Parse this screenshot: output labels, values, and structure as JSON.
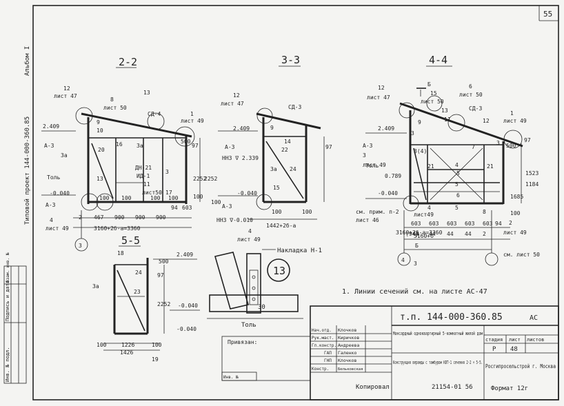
{
  "sheet": {
    "number": "55",
    "album": "Альбом I",
    "project_label": "Типовой проект 144-000-360.85",
    "format": "Формат 12г",
    "copied": "Копировал",
    "inventory": "21154-01 56"
  },
  "sections": {
    "s22": {
      "title": "2-2",
      "labels": [
        "12",
        "лист 47",
        "8",
        "лист 50",
        "13",
        "СД-4",
        "1",
        "лист 49",
        "2.409",
        "9",
        "10",
        "16",
        "А-3",
        "3а",
        "20",
        "3а",
        "ДН-21",
        "ИД-1",
        "3",
        "Толь",
        "13",
        "11",
        "лист50",
        "17",
        "-0.040",
        "А-3",
        "4",
        "лист 49",
        "97",
        "2252",
        "100",
        "500",
        "100",
        "100",
        "100",
        "100",
        "94",
        "603",
        "2",
        "467",
        "900",
        "900",
        "900",
        "3160+2б-а=3360",
        "3"
      ]
    },
    "s33": {
      "title": "3-3",
      "labels": [
        "12",
        "лист 47",
        "СД-3",
        "2.409",
        "9",
        "14",
        "А-3",
        "22",
        "НН3 ∇ 2.339",
        "3а",
        "24",
        "2252",
        "97",
        "-0.040",
        "15",
        "100",
        "А-3",
        "НН3 ∇-0.010",
        "4",
        "лист 49",
        "100",
        "1442+2б-а",
        "100"
      ]
    },
    "s44": {
      "title": "4-4",
      "labels": [
        "Б",
        "15",
        "лист 50",
        "12",
        "лист 47",
        "6",
        "лист 50",
        "13",
        "СД-3",
        "1",
        "лист 49",
        "2.409",
        "9",
        "11",
        "12",
        "3",
        "А-3",
        "3(4)",
        "7",
        "3",
        "500",
        "97",
        "3",
        "лист 49",
        "Толь",
        "21",
        "4",
        "5",
        "21",
        "0.789",
        "1523",
        "1184",
        "-0.040",
        "5",
        "6",
        "1685",
        "см. прим. п-2",
        "лист 46",
        "4",
        "лист49",
        "5",
        "8",
        "100",
        "2",
        "лист 49",
        "603",
        "603",
        "603",
        "603",
        "603",
        "94",
        "(94)",
        "44",
        "44",
        "44",
        "44",
        "2",
        "3160+2б-а=3360",
        "3160+б",
        "Б",
        "см. лист 50",
        "3",
        "4"
      ]
    },
    "s55": {
      "title": "5-5",
      "labels": [
        "18",
        "24",
        "3а",
        "23",
        "97",
        "500",
        "2.409",
        "2252",
        "-0.040",
        "-0.040",
        "100",
        "1226",
        "1426",
        "100",
        "19"
      ]
    },
    "node13": {
      "title": "13",
      "labels": [
        "Накладка Н-1",
        "30",
        "Толь"
      ]
    }
  },
  "note": "1. Линии сечений см. на листе АС-47",
  "stamp": {
    "doc_code": "т.п. 144-000-360.85",
    "doc_suffix": "АС",
    "bind_label": "Привязан:",
    "inv_label": "Инв. №",
    "roles": [
      "Нач.отд.",
      "Рук.маст.",
      "Гл.констр.",
      "ГАП",
      "ГНП",
      "Констр."
    ],
    "people": [
      "Клочков",
      "Киричков",
      "Андреева",
      "Галенко",
      "Клочков",
      "Бельковская"
    ],
    "title1": "Мансардный одноквартирный 5-комнатный жилой дом",
    "title2": "Конструкция веранды с тамбуром КВТ-1 сечения 2-2 ÷ 5-5.",
    "stage_head": "стадия",
    "sheet_head": "лист",
    "sheets_head": "листов",
    "stage": "Р",
    "sheet_no": "48",
    "sheets_total": "",
    "org": "Росгипросельстрой г. Москва"
  },
  "left_strip": {
    "c1": "Инв. № подл.",
    "c2": "Подпись и дата",
    "c3": "Взам. инв. №"
  }
}
